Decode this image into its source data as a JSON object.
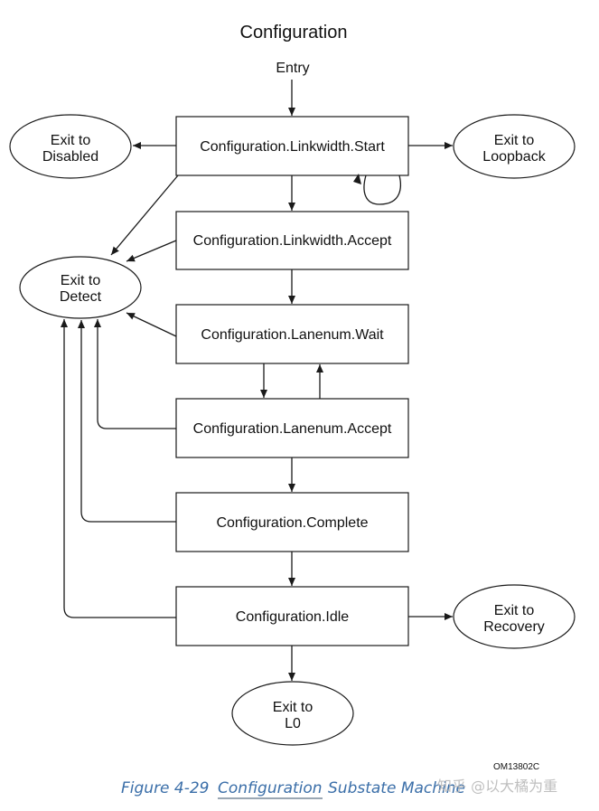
{
  "title": "Configuration",
  "entry_label": "Entry",
  "states": {
    "linkwidth_start": "Configuration.Linkwidth.Start",
    "linkwidth_accept": "Configuration.Linkwidth.Accept",
    "lanenum_wait": "Configuration.Lanenum.Wait",
    "lanenum_accept": "Configuration.Lanenum.Accept",
    "complete": "Configuration.Complete",
    "idle": "Configuration.Idle"
  },
  "exits": {
    "disabled": [
      "Exit to",
      "Disabled"
    ],
    "loopback": [
      "Exit to",
      "Loopback"
    ],
    "detect": [
      "Exit to",
      "Detect"
    ],
    "recovery": [
      "Exit to",
      "Recovery"
    ],
    "l0": [
      "Exit to",
      "L0"
    ]
  },
  "figure_code": "OM13802C",
  "caption": {
    "number": "Figure  4-29",
    "word": "Configuration",
    "rest": "Substate Machine"
  },
  "watermark": "知乎 @以大橘为重",
  "colors": {
    "caption": "#3a6ea8",
    "line": "#1a1a1a",
    "watermark": "#b9b9b9"
  }
}
